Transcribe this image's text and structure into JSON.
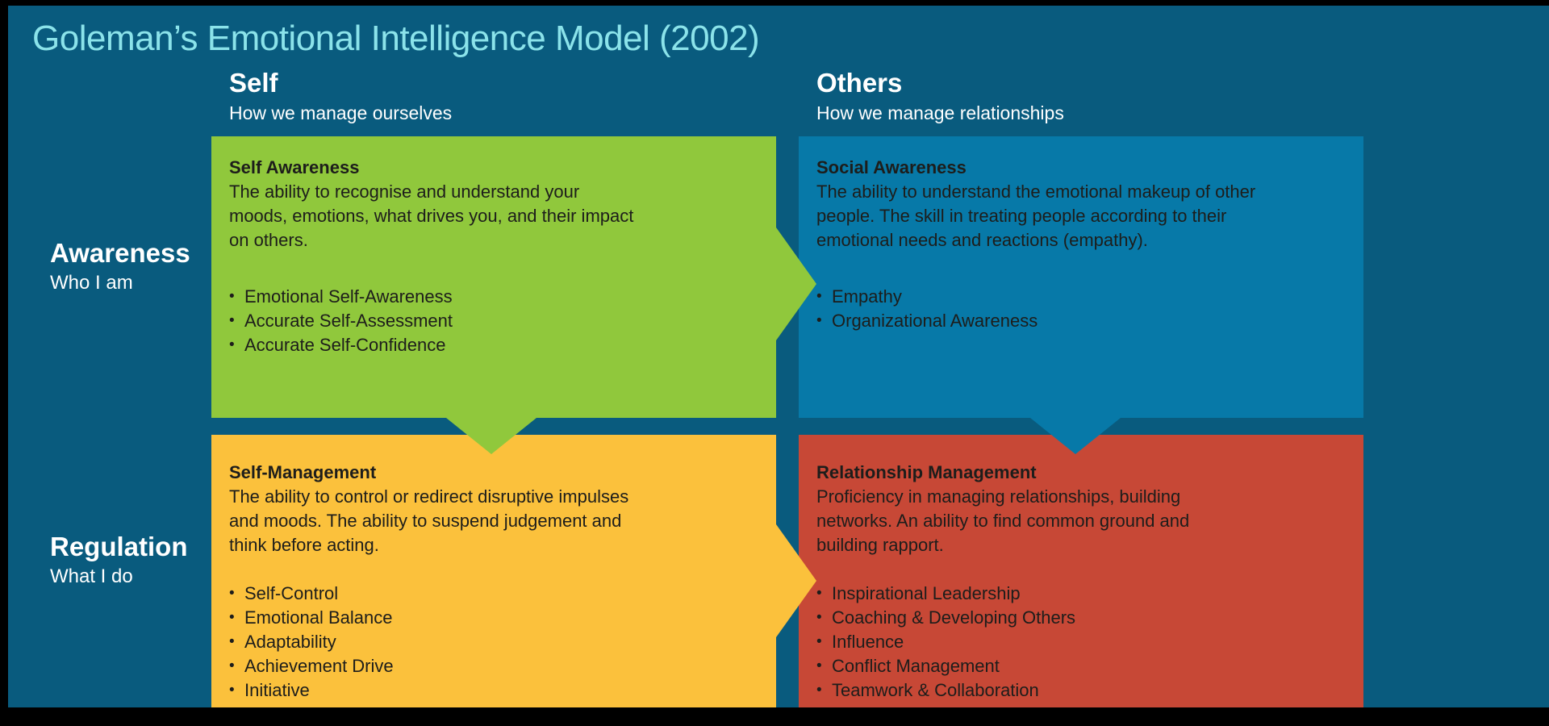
{
  "title": "Goleman’s Emotional Intelligence Model (2002)",
  "columns": [
    {
      "label": "Self",
      "sublabel": "How we manage ourselves"
    },
    {
      "label": "Others",
      "sublabel": "How we manage relationships"
    }
  ],
  "rows": [
    {
      "label": "Awareness",
      "sublabel": "Who I am"
    },
    {
      "label": "Regulation",
      "sublabel": "What I do"
    }
  ],
  "quadrants": [
    {
      "title": "Self Awareness",
      "description": "The ability to recognise and understand your moods, emotions, what drives you, and their impact on others.",
      "bullets": [
        "Emotional Self-Awareness",
        "Accurate Self-Assessment",
        "Accurate Self-Confidence"
      ],
      "color": "#90C83C"
    },
    {
      "title": "Social Awareness",
      "description": "The ability to understand the emotional makeup of other people. The skill in treating people according to their emotional needs and reactions (empathy).",
      "bullets": [
        "Empathy",
        "Organizational Awareness"
      ],
      "color": "#0779A8"
    },
    {
      "title": "Self-Management",
      "description": "The ability to control or redirect disruptive impulses and moods. The ability to suspend judgement and think before acting.",
      "bullets": [
        "Self-Control",
        "Emotional Balance",
        "Adaptability",
        "Achievement Drive",
        "Initiative"
      ],
      "color": "#FBC13C"
    },
    {
      "title": "Relationship Management",
      "description": "Proficiency in managing relationships, building networks. An ability to find common ground and building rapport.",
      "bullets": [
        "Inspirational Leadership",
        "Coaching & Developing Others",
        "Influence",
        "Conflict Management",
        "Teamwork & Collaboration"
      ],
      "color": "#C74836"
    }
  ],
  "colors": {
    "background": "#095B7E",
    "title_text": "#8BE3EA",
    "header_text": "#FFFFFF",
    "box_text": "#1D1D1B",
    "frame": "#000000"
  }
}
